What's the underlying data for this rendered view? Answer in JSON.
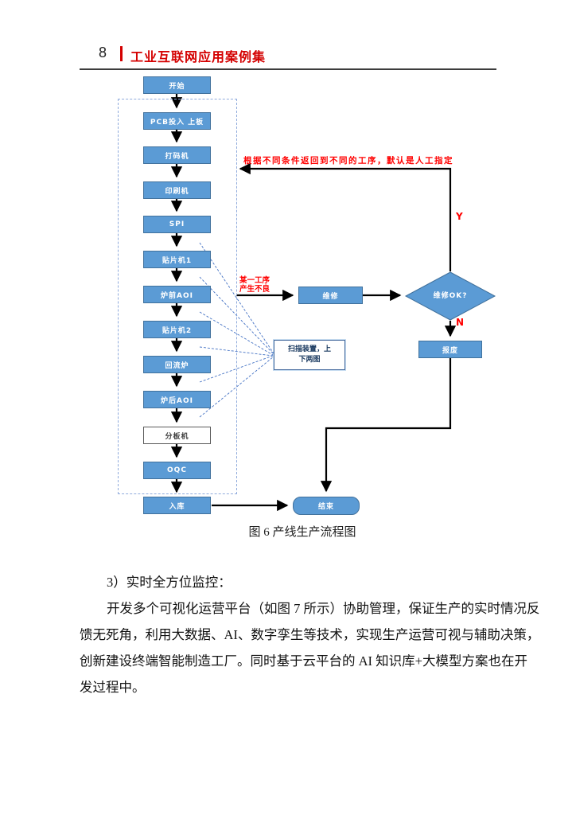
{
  "header": {
    "page_number": "8",
    "title": "工业互联网应用案例集"
  },
  "flowchart": {
    "main_nodes": [
      "开始",
      "PCB投入 上板",
      "打码机",
      "印刷机",
      "SPI",
      "贴片机1",
      "炉前AOI",
      "贴片机2",
      "回流炉",
      "炉后AOI",
      "分板机",
      "OQC",
      "入库"
    ],
    "repair_label": "维修",
    "decision_label": "维修OK?",
    "scrap_label": "报废",
    "end_label": "结束",
    "scan_note": {
      "line1": "扫描装置，上",
      "line2": "下两图"
    },
    "annotations": {
      "feedback_note": "根据不同条件返回到不同的工序，默认是人工指定",
      "defect_note_line1": "某一工序",
      "defect_note_line2": "产生不良",
      "yes_label": "Y",
      "no_label": "N"
    },
    "colors": {
      "node_fill": "#5b9bd5",
      "node_border": "#41719c",
      "annotation_red": "#ff0000",
      "dashed_link_blue": "#4472c4"
    }
  },
  "caption": "图 6 产线生产流程图",
  "body": {
    "heading": "3）实时全方位监控：",
    "lines": [
      "开发多个可视化运营平台（如图 7 所示）协助管理，保证生产的实时情况反",
      "馈无死角，利用大数据、AI、数字孪生等技术，实现生产运营可视与辅助决策，",
      "创新建设终端智能制造工厂。同时基于云平台的 AI 知识库+大模型方案也在开",
      "发过程中。"
    ]
  }
}
